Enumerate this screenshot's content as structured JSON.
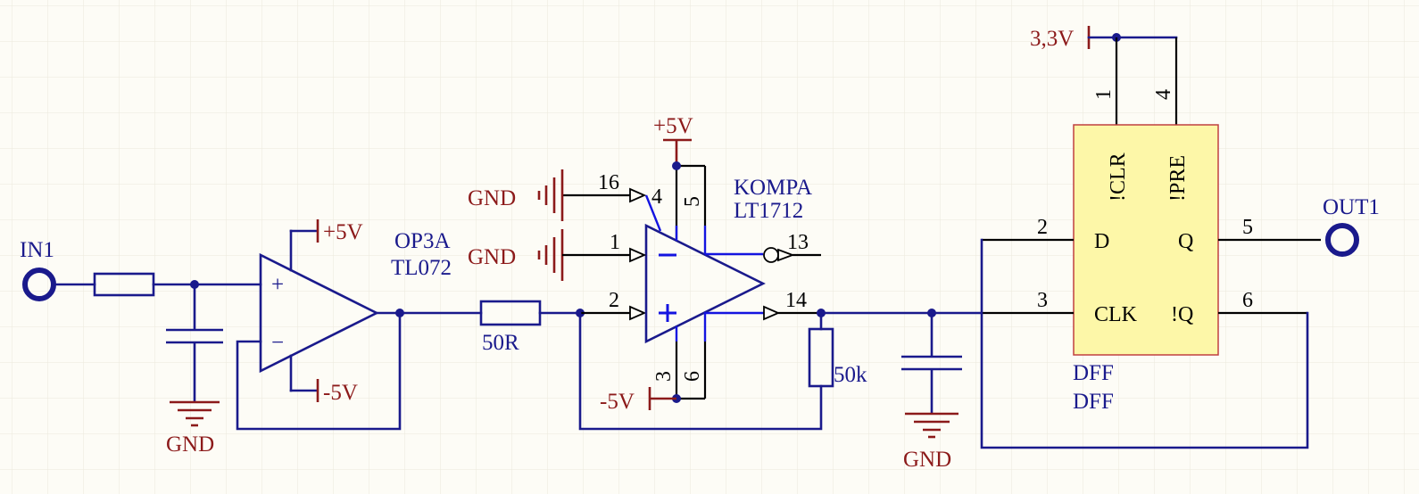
{
  "colors": {
    "background": "#fdfcf6",
    "grid": "#ebe9dc",
    "wire": "#1a1a8c",
    "power_label": "#8c1a1a",
    "component_label": "#1a1a8c",
    "dff_body_fill": "#fdf7a8",
    "dff_body_border": "#c04040"
  },
  "ports": {
    "in1": "IN1",
    "out1": "OUT1"
  },
  "power": {
    "gnd": "GND",
    "plus5v": "+5V",
    "minus5v": "-5V",
    "v33": "3,3V"
  },
  "opamp": {
    "designator": "OP3A",
    "part": "TL072",
    "plus": "+",
    "minus": "−"
  },
  "resistors": {
    "r_series": "50R",
    "r_load": "50k"
  },
  "comparator": {
    "designator": "KOMPA",
    "part": "LT1712",
    "pins": {
      "p16": "16",
      "p4": "4",
      "p5": "5",
      "p1": "1",
      "p13": "13",
      "p2": "2",
      "p14": "14",
      "p3": "3",
      "p6": "6"
    }
  },
  "dff": {
    "designator": "DFF",
    "part": "DFF",
    "pin_labels": {
      "clr": "!CLR",
      "pre": "!PRE",
      "d": "D",
      "q": "Q",
      "clk": "CLK",
      "qbar": "!Q"
    },
    "pins": {
      "p1": "1",
      "p4": "4",
      "p2": "2",
      "p5": "5",
      "p3": "3",
      "p6": "6"
    }
  }
}
